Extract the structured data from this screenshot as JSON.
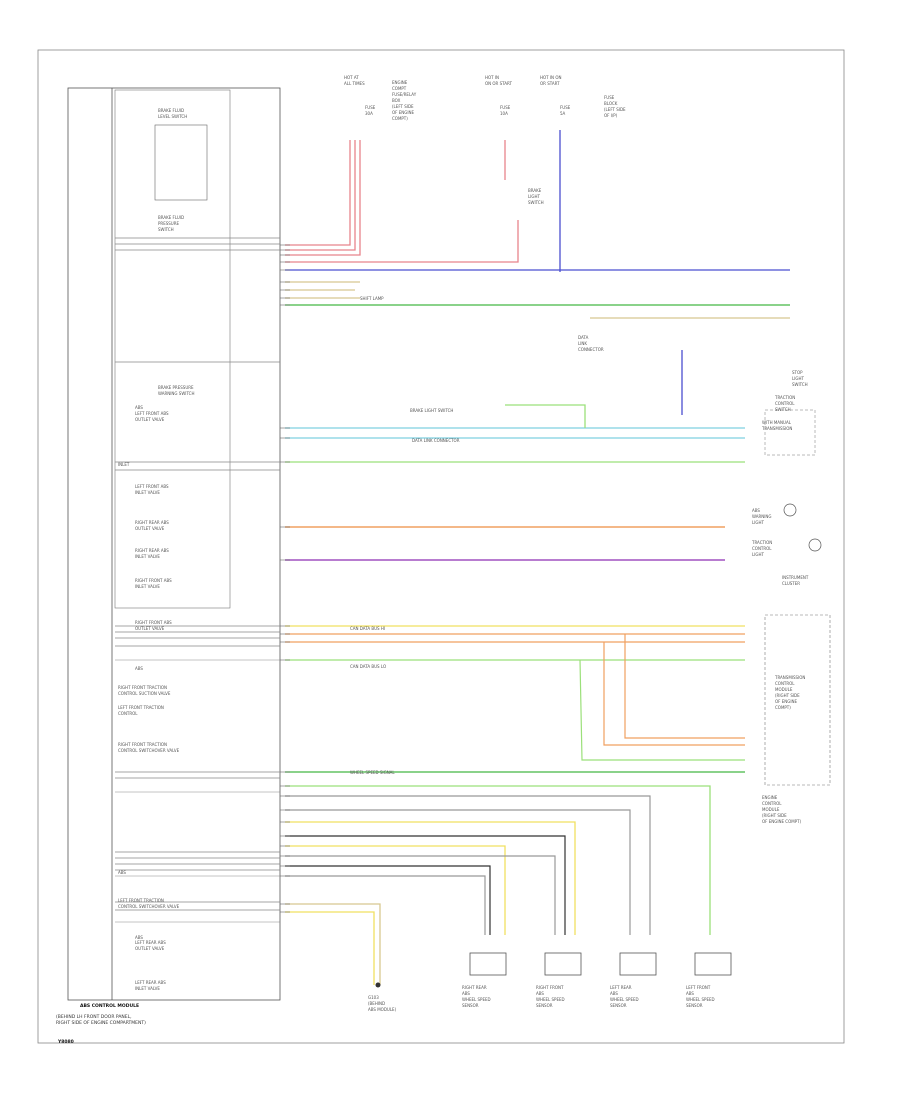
{
  "diagram": {
    "page_id": "Y8080",
    "module": {
      "title": "ABS CONTROL MODULE",
      "subtitle_lines": [
        "(BEHIND LH FRONT DOOR PANEL,",
        "RIGHT SIDE OF ENGINE COMPARTMENT)"
      ],
      "sections": [
        [
          "BRAKE FLUID",
          "LEVEL SWITCH"
        ],
        [
          "BRAKE FLUID",
          "PRESSURE",
          "SWITCH"
        ],
        [
          "BRAKE PRESSURE",
          "WARNING SWITCH"
        ],
        [
          "ABS",
          "LEFT FRONT ABS",
          "OUTLET VALVE"
        ],
        [
          "INLET"
        ],
        [
          "LEFT FRONT ABS",
          "INLET VALVE"
        ],
        [
          "RIGHT REAR ABS",
          "OUTLET VALVE"
        ],
        [
          "RIGHT REAR ABS",
          "INLET VALVE"
        ],
        [
          "RIGHT FRONT ABS",
          "INLET VALVE"
        ],
        [
          "RIGHT FRONT ABS",
          "OUTLET VALVE"
        ],
        [
          "ABS"
        ],
        [
          "RIGHT FRONT TRACTION",
          "CONTROL SUCTION VALVE"
        ],
        [
          "LEFT FRONT TRACTION",
          "CONTROL"
        ],
        [
          "RIGHT FRONT TRACTION",
          "CONTROL SWITCHOVER VALVE"
        ],
        [
          "ABS"
        ],
        [
          "LEFT FRONT TRACTION",
          "CONTROL SWITCHOVER VALVE"
        ],
        [
          "ABS"
        ],
        [
          "LEFT REAR ABS",
          "OUTLET VALVE"
        ],
        [
          "LEFT REAR ABS",
          "INLET VALVE"
        ]
      ]
    },
    "top_components": [
      {
        "id": "fuse-a",
        "lines": [
          "HOT AT",
          "ALL TIMES"
        ]
      },
      {
        "id": "fuse-a-desc",
        "lines": [
          "ENGINE",
          "COMPT",
          "FUSE/RELAY",
          "BOX",
          "(LEFT SIDE",
          "OF ENGINE",
          "COMPT)"
        ]
      },
      {
        "id": "fuse-a-fuse",
        "lines": [
          "FUSE",
          "30A"
        ]
      },
      {
        "id": "fuse-b",
        "lines": [
          "HOT IN",
          "ON OR START"
        ]
      },
      {
        "id": "fuse-c",
        "lines": [
          "HOT IN ON",
          "OR START"
        ]
      },
      {
        "id": "fuse-b-fuse",
        "lines": [
          "FUSE",
          "10A"
        ]
      },
      {
        "id": "fuse-c-fuse",
        "lines": [
          "FUSE",
          "5A"
        ]
      },
      {
        "id": "fuse-c-desc",
        "lines": [
          "FUSE",
          "BLOCK",
          "(LEFT SIDE",
          "OF I/P)"
        ]
      },
      {
        "id": "abs-relay",
        "lines": [
          "BRAKE",
          "LIGHT",
          "SWITCH"
        ]
      }
    ],
    "right_components": [
      {
        "id": "stop-light-switch",
        "lines": [
          "STOP",
          "LIGHT",
          "SWITCH"
        ]
      },
      {
        "id": "data-link",
        "lines": [
          "DATA",
          "LINK",
          "CONNECTOR"
        ]
      },
      {
        "id": "traction-switch",
        "lines": [
          "TRACTION",
          "CONTROL",
          "SWITCH"
        ]
      },
      {
        "id": "abs-warning",
        "lines": [
          "ABS",
          "WARNING",
          "LIGHT"
        ]
      },
      {
        "id": "traction-light",
        "lines": [
          "TRACTION",
          "CONTROL",
          "LIGHT"
        ]
      },
      {
        "id": "instrument-cluster",
        "lines": [
          "INSTRUMENT",
          "CLUSTER"
        ]
      },
      {
        "id": "tcm",
        "lines": [
          "TRANSMISSION",
          "CONTROL",
          "MODULE",
          "(RIGHT SIDE",
          "OF ENGINE",
          "COMPT)"
        ]
      },
      {
        "id": "ecm",
        "lines": [
          "ENGINE",
          "CONTROL",
          "MODULE",
          "(RIGHT SIDE",
          "OF ENGINE COMPT)"
        ]
      },
      {
        "id": "wheel-text",
        "lines": [
          "WITH MANUAL",
          "TRANSMISSION"
        ]
      }
    ],
    "wire_notes": [
      {
        "id": "n1",
        "text": "SHIFT LAMP"
      },
      {
        "id": "n2",
        "text": "BRAKE LIGHT SWITCH"
      },
      {
        "id": "n3",
        "text": "DATA LINK CONNECTOR"
      },
      {
        "id": "n4",
        "text": "CAN DATA BUS HI"
      },
      {
        "id": "n5",
        "text": "CAN DATA BUS LO"
      },
      {
        "id": "n6",
        "text": "WHEEL SPEED SIGNAL"
      }
    ],
    "bottom_components": [
      {
        "id": "ground",
        "lines": [
          "G103",
          "(BEHIND",
          "ABS MODULE)"
        ]
      },
      {
        "id": "rr-sensor",
        "lines": [
          "RIGHT REAR",
          "ABS",
          "WHEEL SPEED",
          "SENSOR"
        ]
      },
      {
        "id": "rf-sensor",
        "lines": [
          "RIGHT FRONT",
          "ABS",
          "WHEEL SPEED",
          "SENSOR"
        ]
      },
      {
        "id": "lr-sensor",
        "lines": [
          "LEFT REAR",
          "ABS",
          "WHEEL SPEED",
          "SENSOR"
        ]
      },
      {
        "id": "lf-sensor",
        "lines": [
          "LEFT FRONT",
          "ABS",
          "WHEEL SPEED",
          "SENSOR"
        ]
      }
    ],
    "wire_colors": {
      "red": "#e8848c",
      "blue": "#4a4fd0",
      "green": "#45b845",
      "light_green": "#9be07a",
      "cyan": "#7fd0e0",
      "orange": "#f0a060",
      "purple": "#a050c0",
      "yellow": "#f0e060",
      "gray": "#999999",
      "black": "#333333",
      "tan": "#d8c890"
    }
  }
}
